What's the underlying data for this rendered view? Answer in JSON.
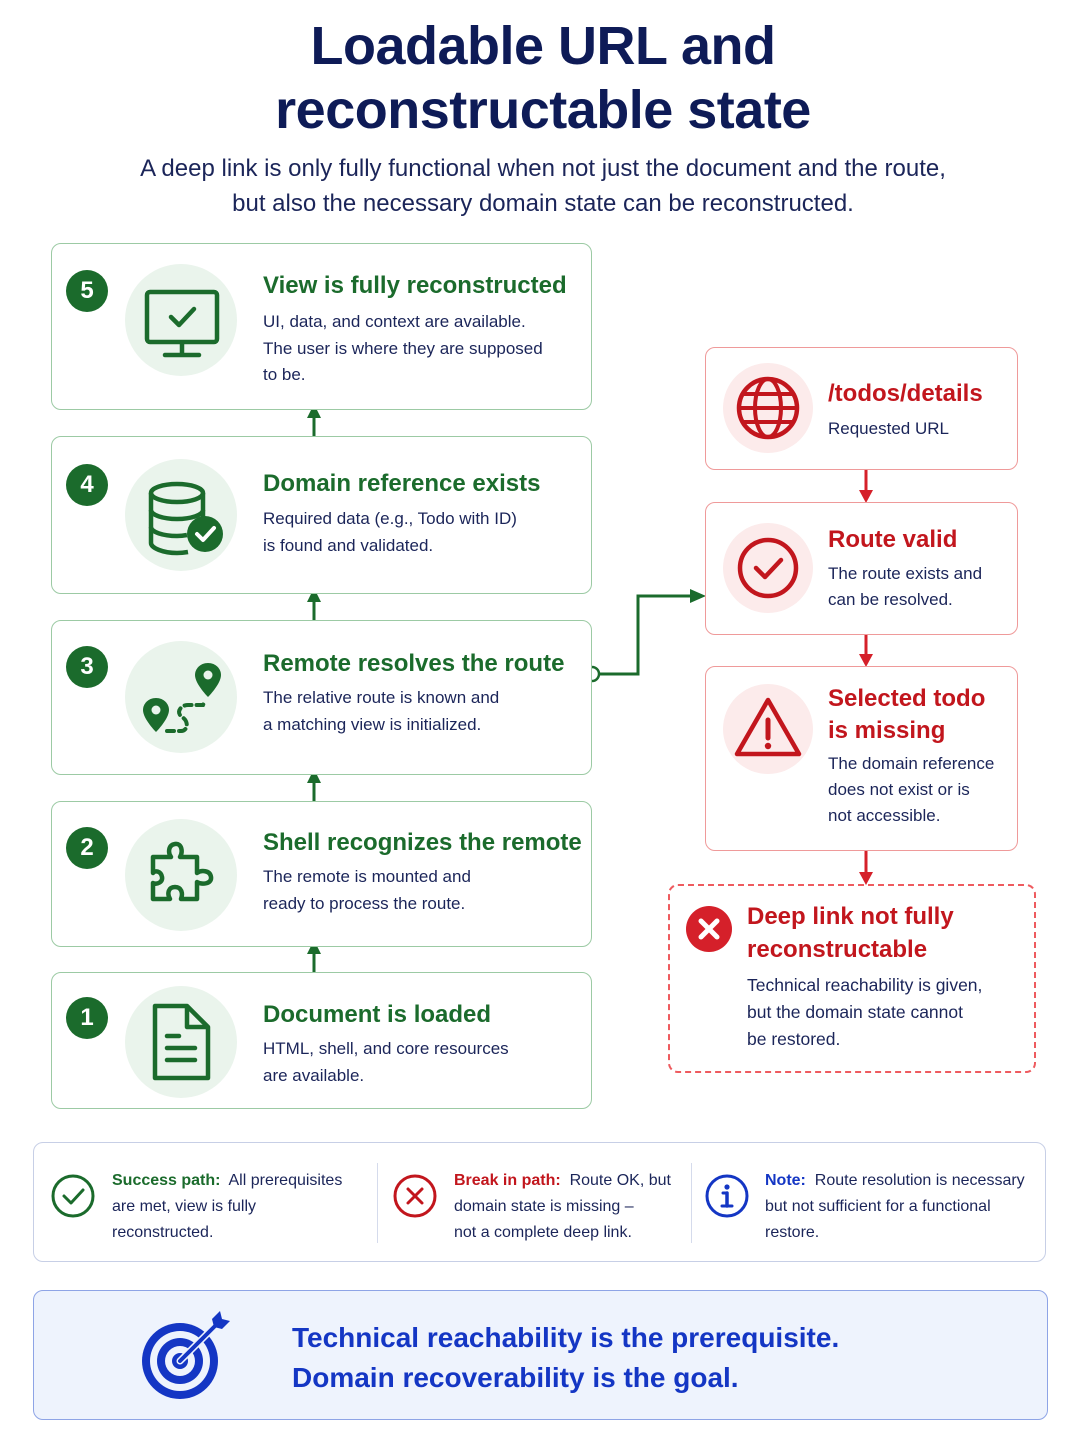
{
  "header": {
    "title_lines": [
      "Loadable URL and",
      "reconstructable state"
    ],
    "subtitle_lines": [
      "A deep link is only fully functional when not just the document and the route,",
      "but also the necessary domain state can be reconstructed."
    ]
  },
  "steps": [
    {
      "number": "1",
      "icon": "document-icon",
      "heading": "Document is loaded",
      "body": [
        "HTML, shell, and core resources",
        "are available."
      ]
    },
    {
      "number": "2",
      "icon": "puzzle-icon",
      "heading": "Shell recognizes the remote",
      "body": [
        "The remote is mounted and",
        "ready to process the route."
      ]
    },
    {
      "number": "3",
      "icon": "route-pins-icon",
      "heading": "Remote resolves the route",
      "body": [
        "The relative route is known and",
        "a matching view is initialized."
      ]
    },
    {
      "number": "4",
      "icon": "database-check-icon",
      "heading": "Domain reference exists",
      "body": [
        "Required data (e.g., Todo with ID)",
        "is found and validated."
      ]
    },
    {
      "number": "5",
      "icon": "monitor-check-icon",
      "heading": "View is fully reconstructed",
      "body": [
        "UI, data, and context are available.",
        "The user is where they are supposed",
        "to be."
      ]
    }
  ],
  "failure_path": [
    {
      "icon": "globe-icon",
      "heading": [
        "/todos/details"
      ],
      "body": [
        "Requested URL"
      ]
    },
    {
      "icon": "check-circle-icon",
      "heading": [
        "Route valid"
      ],
      "body": [
        "The route exists and",
        "can be resolved."
      ]
    },
    {
      "icon": "warning-icon",
      "heading": [
        "Selected todo",
        "is missing"
      ],
      "body": [
        "The domain reference",
        "does not exist or is",
        "not accessible."
      ]
    }
  ],
  "result": {
    "icon": "x-circle-icon",
    "heading": [
      "Deep link not fully",
      "reconstructable"
    ],
    "body": [
      "Technical reachability is given,",
      "but the domain state cannot",
      "be restored."
    ]
  },
  "legend": [
    {
      "icon": "success-check-icon",
      "label": "Success path:",
      "lines": [
        "All prerequisites",
        "are met, view is fully",
        "reconstructed."
      ],
      "color": "#1b6b2c"
    },
    {
      "icon": "break-x-icon",
      "label": "Break in path:",
      "lines": [
        "Route OK, but",
        "domain state is missing –",
        "not a complete deep link."
      ],
      "color": "#c2161d"
    },
    {
      "icon": "info-icon",
      "label": "Note:",
      "lines": [
        "Route resolution is necessary",
        "but not sufficient for a functional",
        "restore."
      ],
      "color": "#1436c4"
    }
  ],
  "goal": {
    "icon": "target-arrow-icon",
    "lines": [
      "Technical reachability is the prerequisite.",
      "Domain recoverability is the goal."
    ]
  },
  "colors": {
    "success": "#1b6b2c",
    "failure": "#c2161d",
    "note": "#1436c4",
    "title": "#0e1b57"
  }
}
